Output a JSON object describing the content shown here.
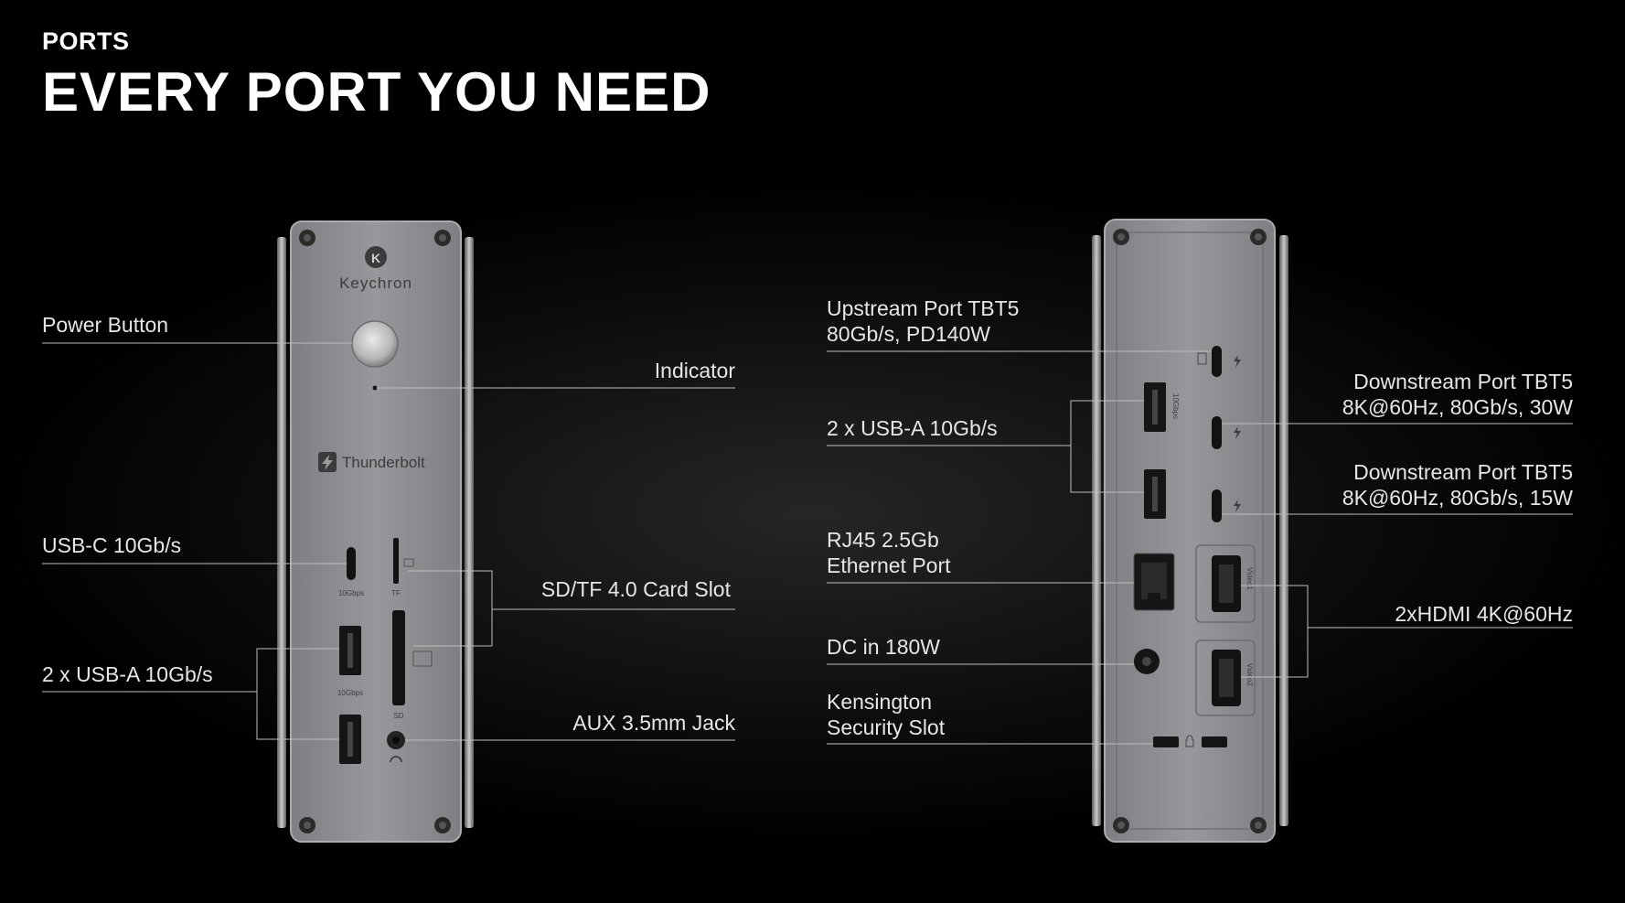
{
  "header": {
    "eyebrow": "PORTS",
    "title": "EVERY PORT YOU NEED"
  },
  "front_panel": {
    "brand": "Keychron",
    "thunderbolt_mark": "Thunderbolt",
    "port_marks": {
      "usbc_speed": "10Gbps",
      "tf": "TF",
      "sd": "SD",
      "usba_speed": "10Gbps"
    },
    "callouts": {
      "power_button": "Power Button",
      "indicator": "Indicator",
      "usb_c": "USB-C 10Gb/s",
      "card_slot": "SD/TF 4.0 Card Slot",
      "usb_a": "2 x USB-A 10Gb/s",
      "aux": "AUX 3.5mm Jack"
    }
  },
  "rear_panel": {
    "port_marks": {
      "usba_speed": "10Gbps",
      "video1": "Video1",
      "video2": "Video2"
    },
    "callouts": {
      "upstream_line1": "Upstream Port TBT5",
      "upstream_line2": "80Gb/s, PD140W",
      "downstream1_line1": "Downstream Port TBT5",
      "downstream1_line2": "8K@60Hz, 80Gb/s, 30W",
      "usb_a": "2 x USB-A 10Gb/s",
      "downstream2_line1": "Downstream Port TBT5",
      "downstream2_line2": "8K@60Hz, 80Gb/s, 15W",
      "rj45_line1": "RJ45 2.5Gb",
      "rj45_line2": "Ethernet Port",
      "hdmi": "2xHDMI 4K@60Hz",
      "dc_in": "DC in 180W",
      "kensington_line1": "Kensington",
      "kensington_line2": "Security Slot"
    }
  },
  "colors": {
    "background": "#000000",
    "panel": "#8f9194",
    "leader_line": "#bdbdbd",
    "text": "#e6e6e6"
  }
}
